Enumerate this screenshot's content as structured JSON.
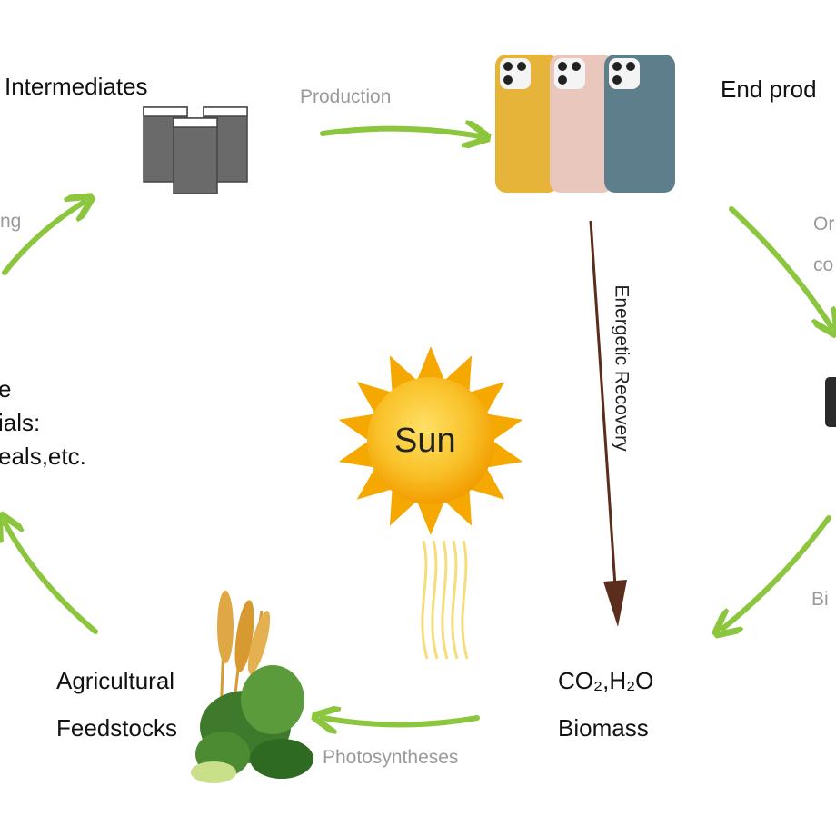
{
  "diagram": {
    "nodes": {
      "intermediates": "Intermediates",
      "end_products": "End prod",
      "raw_line1": "e",
      "raw_line2": "ials:",
      "raw_line3": "eals,etc.",
      "agricultural_line1": "Agricultural",
      "agricultural_line2": "Feedstocks",
      "co2_h2o": "CO₂,H₂O",
      "biomass": "Biomass",
      "sun": "Sun"
    },
    "edges": {
      "production": "Production",
      "processing_partial": "ng",
      "energetic_recovery": "Energetic Recovery",
      "photosyntheses": "Photosyntheses",
      "right_top_line1": "Or",
      "right_top_line2": "co",
      "right_bottom": "Bi"
    },
    "colors": {
      "cycle_arrow": "#8cc63f",
      "recovery_arrow": "#5a2d1c",
      "sun": "#f7b500",
      "phone_yellow": "#e7b43a",
      "phone_pink": "#eac7bc",
      "phone_blue": "#5e7e8c"
    }
  }
}
